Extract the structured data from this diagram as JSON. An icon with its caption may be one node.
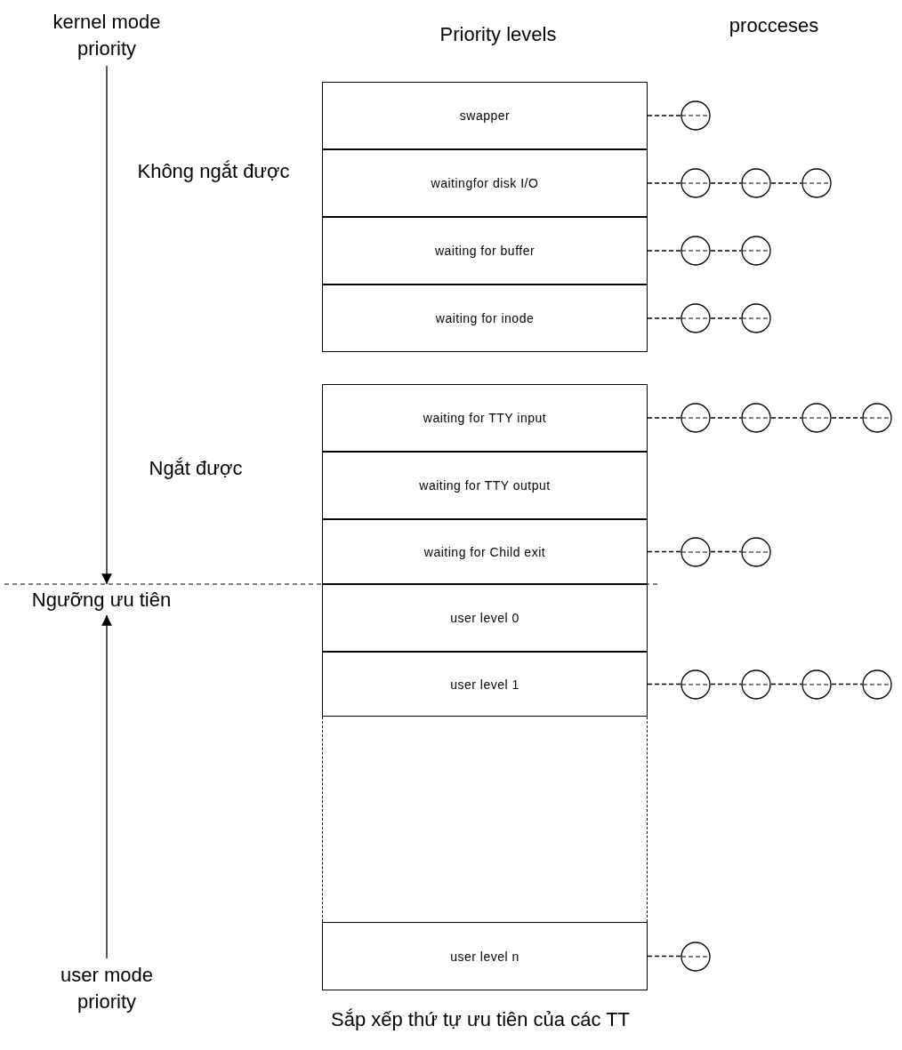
{
  "diagram": {
    "caption": "Sắp xếp thứ tự ưu tiên của các TT",
    "nodes": [
      {
        "text": [
          "kernel mode priority"
        ]
      },
      {
        "text": [
          "Ngưỡng ưu tiên"
        ]
      },
      {
        "text": [
          "user mode priority"
        ]
      },
      {
        "text": [
          "swapper"
        ]
      },
      {
        "text": [
          "waitingfor disk I/O"
        ]
      },
      {
        "text": [
          "waiting for buffer"
        ]
      },
      {
        "text": [
          "waiting for inode"
        ]
      },
      {
        "text": [
          "waiting for TTY input"
        ]
      },
      {
        "text": [
          "waiting for TTY output"
        ]
      },
      {
        "text": [
          "waiting for Child exit"
        ]
      },
      {
        "text": [
          "user level 0"
        ]
      },
      {
        "text": [
          "user level 1"
        ]
      },
      {
        "text": [],
        "shape": "box"
      },
      {
        "text": [
          "user level  n"
        ]
      },
      {
        "text": [],
        "shape": "circle"
      },
      {
        "text": [],
        "shape": "circle"
      },
      {
        "text": [],
        "shape": "circle"
      },
      {
        "text": [],
        "shape": "circle"
      },
      {
        "text": [],
        "shape": "circle"
      },
      {
        "text": [],
        "shape": "circle"
      },
      {
        "text": [],
        "shape": "circle"
      },
      {
        "text": [],
        "shape": "circle"
      },
      {
        "text": [],
        "shape": "circle"
      },
      {
        "text": [],
        "shape": "circle"
      },
      {
        "text": [],
        "shape": "circle"
      },
      {
        "text": [],
        "shape": "circle"
      },
      {
        "text": [],
        "shape": "circle"
      },
      {
        "text": [],
        "shape": "circle"
      },
      {
        "text": [],
        "shape": "circle"
      },
      {
        "text": [],
        "shape": "circle"
      },
      {
        "text": [],
        "shape": "circle"
      },
      {
        "text": [],
        "shape": "circle"
      },
      {
        "text": [],
        "shape": "circle"
      }
    ],
    "edges": [
      {
        "from": 0,
        "to": 1,
        "arrow": "to"
      },
      {
        "from": 2,
        "to": 1,
        "arrow": "to"
      },
      {
        "from": 3,
        "to": 14,
        "arrow": "none",
        "style": "dashed"
      },
      {
        "from": 4,
        "to": 15,
        "arrow": "none",
        "style": "dashed"
      },
      {
        "from": 15,
        "to": 16,
        "arrow": "none",
        "style": "dashed"
      },
      {
        "from": 16,
        "to": 17,
        "arrow": "none",
        "style": "dashed"
      },
      {
        "from": 5,
        "to": 18,
        "arrow": "none",
        "style": "dashed"
      },
      {
        "from": 18,
        "to": 19,
        "arrow": "none",
        "style": "dashed"
      },
      {
        "from": 6,
        "to": 20,
        "arrow": "none",
        "style": "dashed"
      },
      {
        "from": 20,
        "to": 21,
        "arrow": "none",
        "style": "dashed"
      },
      {
        "from": 7,
        "to": 22,
        "arrow": "none",
        "style": "dashed"
      },
      {
        "from": 22,
        "to": 23,
        "arrow": "none",
        "style": "dashed"
      },
      {
        "from": 23,
        "to": 24,
        "arrow": "none",
        "style": "dashed"
      },
      {
        "from": 24,
        "to": 25,
        "arrow": "none",
        "style": "dashed"
      },
      {
        "from": 9,
        "to": 26,
        "arrow": "none",
        "style": "dashed"
      },
      {
        "from": 26,
        "to": 27,
        "arrow": "none",
        "style": "dashed"
      },
      {
        "from": 11,
        "to": 28,
        "arrow": "none",
        "style": "dashed"
      },
      {
        "from": 28,
        "to": 29,
        "arrow": "none",
        "style": "dashed"
      },
      {
        "from": 29,
        "to": 30,
        "arrow": "none",
        "style": "dashed"
      },
      {
        "from": 30,
        "to": 31,
        "arrow": "none",
        "style": "dashed"
      },
      {
        "from": 13,
        "to": 32,
        "arrow": "none",
        "style": "dashed"
      }
    ],
    "labels": [
      "Priority levels",
      "procceses",
      "Không ngắt được",
      "Ngắt được"
    ]
  }
}
